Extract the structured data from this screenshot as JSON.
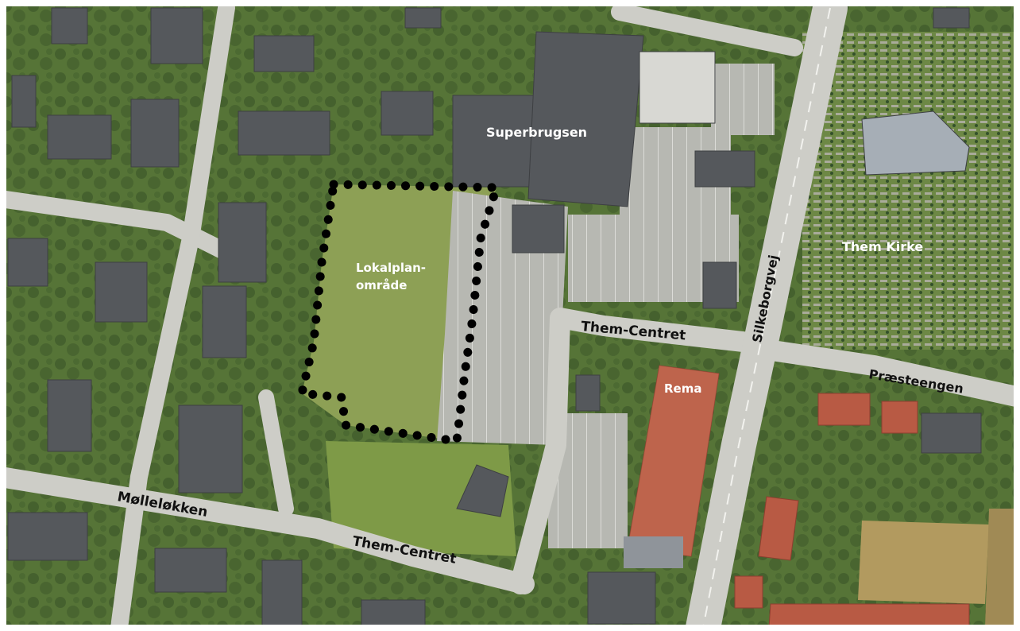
{
  "map": {
    "labels": {
      "superbrugsen": "Superbrugsen",
      "lokalplan_line1": "Lokalplan-",
      "lokalplan_line2": "område",
      "them_kirke": "Them Kirke",
      "rema": "Rema"
    },
    "roads": {
      "them_centret_upper": "Them-Centret",
      "silkeborgvej": "Silkeborgvej",
      "praesteengen": "Præsteengen",
      "molleloekken": "Mølleløkken",
      "them_centret_lower": "Them-Centret"
    },
    "colors": {
      "grass": "#6f8a45",
      "field": "#7f9a4e",
      "road": "#c9c9c4",
      "roof_grey": "#55585c",
      "roof_red": "#b85a44",
      "tree": "#2f4a22",
      "boundary": "#000000"
    }
  }
}
